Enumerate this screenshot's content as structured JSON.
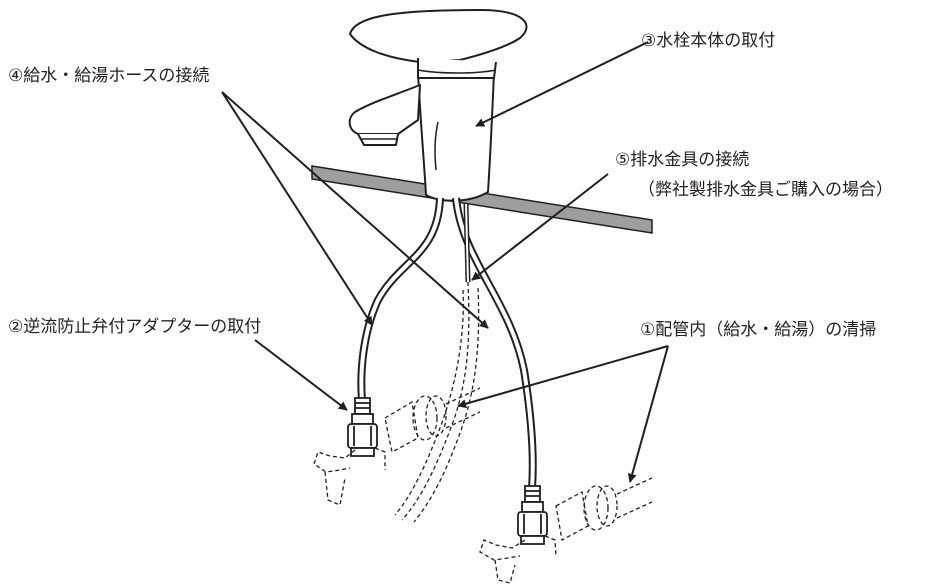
{
  "labels": {
    "step1": "①配管内（給水・給湯）の清掃",
    "step2": "②逆流防止弁付アダプターの取付",
    "step3": "③水栓本体の取付",
    "step4": "④給水・給湯ホースの接続",
    "step5": "⑤排水金具の接続",
    "step5_note": "（弊社製排水金具ご購入の場合）"
  },
  "colors": {
    "line": "#231f20",
    "countertop": "#9e9e9e"
  }
}
